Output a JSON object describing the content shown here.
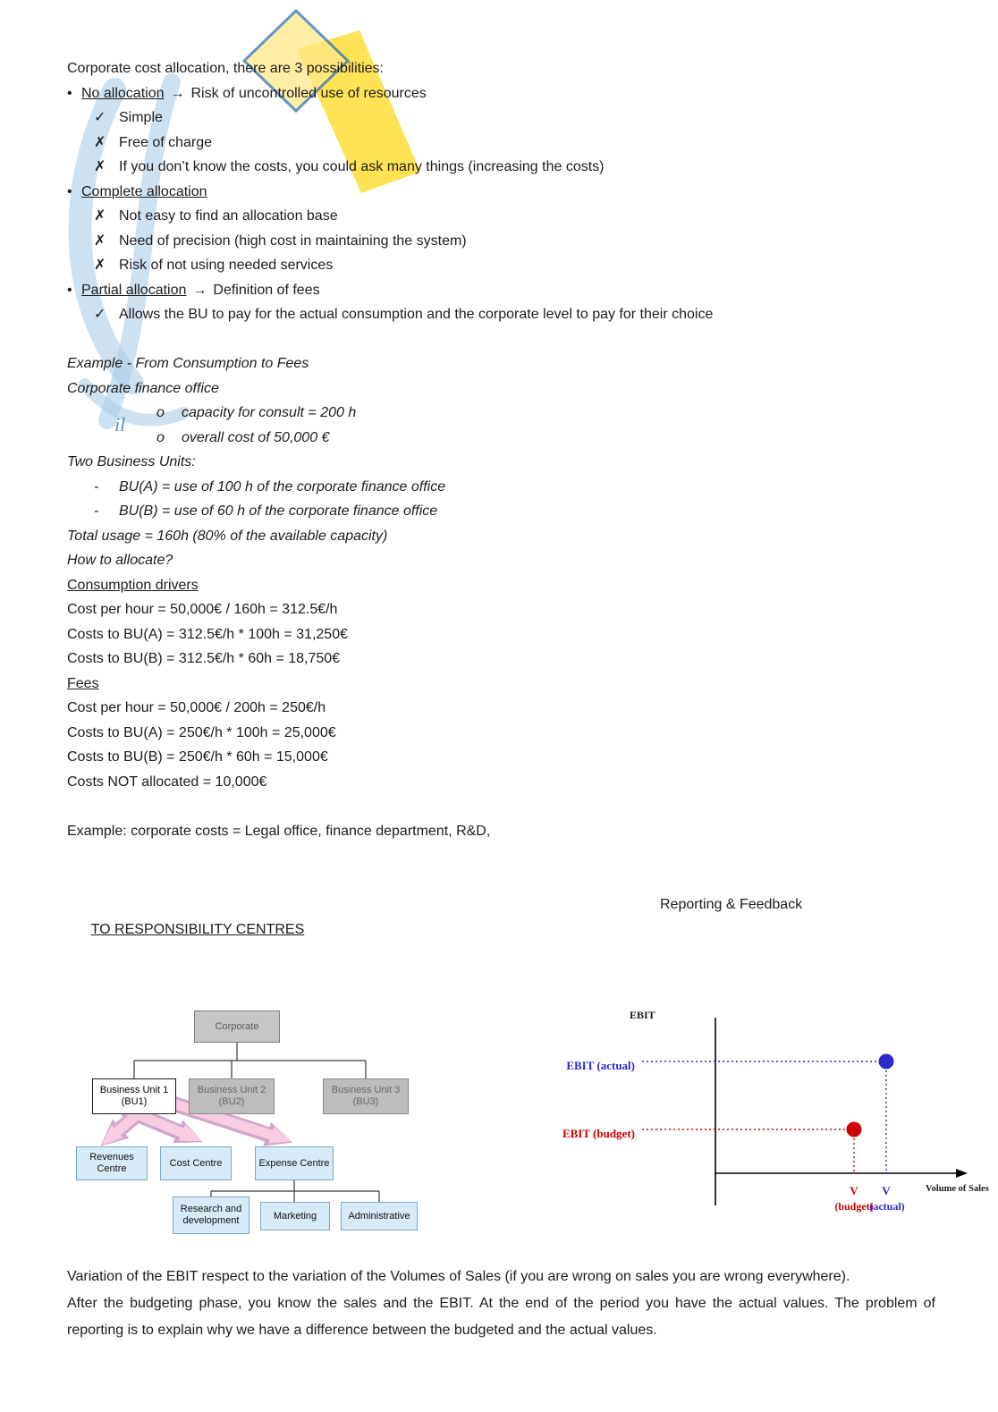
{
  "watermark": {
    "fragment": "il"
  },
  "allocation": {
    "title": "Corporate cost allocation, there are 3 possibilities:",
    "bullet": "•",
    "options": [
      {
        "label": "No allocation",
        "arrow": "→",
        "suffix": "Risk of uncontrolled use of resources",
        "points": [
          {
            "mark": "✓",
            "text": "Simple"
          },
          {
            "mark": "✗",
            "text": "Free of charge"
          },
          {
            "mark": "✗",
            "text": "If you don’t know the costs, you could ask many things (increasing the costs)"
          }
        ]
      },
      {
        "label": "Complete allocation",
        "arrow": "",
        "suffix": "",
        "points": [
          {
            "mark": "✗",
            "text": "Not easy to find an allocation base"
          },
          {
            "mark": "✗",
            "text": "Need of precision (high cost in maintaining the system)"
          },
          {
            "mark": "✗",
            "text": "Risk of not using needed services"
          }
        ]
      },
      {
        "label": "Partial allocation",
        "arrow": "→",
        "suffix": "Definition of fees",
        "points": [
          {
            "mark": "✓",
            "text": "Allows the BU to pay for the actual consumption and the corporate level to pay for their choice"
          }
        ]
      }
    ]
  },
  "example": {
    "heading": "Example - From Consumption to Fees",
    "office": "Corporate finance office",
    "o_marker": "o",
    "dash_marker": "-",
    "office_points": [
      "capacity for consult = 200 h",
      "overall cost of 50,000 €"
    ],
    "bu_heading": "Two Business Units:",
    "bu_points": [
      "BU(A) = use of 100 h of the corporate finance office",
      "BU(B) = use of 60 h of the corporate finance office"
    ],
    "total": "Total usage = 160h (80% of the available capacity)",
    "how": "How to allocate?",
    "consumption_heading": "Consumption drivers",
    "consumption_lines": [
      "Cost per hour = 50,000€ / 160h = 312.5€/h",
      "Costs to BU(A) = 312.5€/h * 100h = 31,250€",
      "Costs to BU(B) = 312.5€/h * 60h = 18,750€"
    ],
    "fees_heading": "Fees",
    "fees_lines": [
      "Cost per hour = 50,000€ / 200h = 250€/h",
      "Costs to BU(A) = 250€/h * 100h = 25,000€",
      "Costs to BU(B) = 250€/h * 60h = 15,000€",
      "Costs NOT allocated = 10,000€"
    ]
  },
  "corporate_note": "Example: corporate costs = Legal office, finance department, R&D,",
  "headings": {
    "responsibility": "TO RESPONSIBILITY CENTRES",
    "reporting": "Reporting & Feedback"
  },
  "org_chart": {
    "root": "Corporate",
    "bu1": "Business Unit 1 (BU1)",
    "bu2": "Business Unit 2 (BU2)",
    "bu3": "Business Unit 3 (BU3)",
    "revenues": "Revenues Centre",
    "cost": "Cost Centre",
    "expense": "Expense Centre",
    "rnd": "Research and development",
    "marketing": "Marketing",
    "administrative": "Administrative"
  },
  "ebit_chart": {
    "type": "scatter",
    "y_axis": "EBIT",
    "x_axis": "Volume of Sales",
    "actual_label": "EBIT (actual)",
    "budget_label": "EBIT (budget)",
    "x_budget_tick": "V",
    "x_budget_sub": "(budget)",
    "x_actual_tick": "V",
    "x_actual_sub": "(actual)",
    "actual_color": "#2a2ac8",
    "budget_color": "#cc0000",
    "note": "actual point lies above and right of budget point"
  },
  "footer": {
    "p1": "Variation of the EBIT respect to the variation of the Volumes of Sales (if you are wrong on sales you are wrong everywhere).",
    "p2": "After the budgeting phase, you know the sales and the EBIT. At the end of the period you have the actual values. The problem of reporting is to explain why we have a difference between the budgeted and the actual values."
  }
}
